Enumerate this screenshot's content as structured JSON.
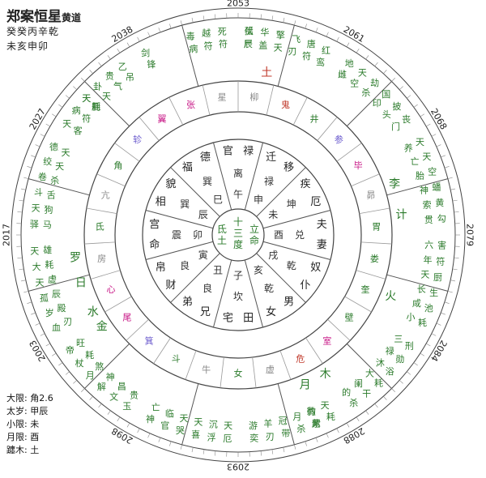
{
  "title": "郑案恒星",
  "title_suffix": "黄道",
  "pillars": [
    "癸癸丙辛乾",
    "未亥申卯"
  ],
  "info": [
    {
      "label": "大限:",
      "value": "角2.6"
    },
    {
      "label": "太岁:",
      "value": "甲辰"
    },
    {
      "label": "小限:",
      "value": "未"
    },
    {
      "label": "月限:",
      "value": "酉"
    },
    {
      "label": "躔木:",
      "value": "土"
    }
  ],
  "years": [
    "2053",
    "2061",
    "2068",
    "2079",
    "2084",
    "2088",
    "2093",
    "2098",
    "2003",
    "2017",
    "2027",
    "2038"
  ],
  "center": {
    "top": "十\n三\n度",
    "left": "氐\n土",
    "right": "立\n命"
  },
  "houses": [
    {
      "palace": "迁",
      "branch": "移",
      "label": "禄",
      "stem": "申"
    },
    {
      "palace": "疾",
      "branch": "厄",
      "label": "坤",
      "stem": "未"
    },
    {
      "palace": "夫",
      "branch": "妻",
      "label": "兑",
      "stem": "酉"
    },
    {
      "palace": "奴",
      "branch": "仆",
      "label": "乾",
      "stem": "戌"
    },
    {
      "palace": "男",
      "branch": "女",
      "label": "乾",
      "stem": "亥"
    },
    {
      "palace": "田",
      "branch": "宅",
      "label": "坎",
      "stem": "子"
    },
    {
      "palace": "兄",
      "branch": "弟",
      "label": "良",
      "stem": "丑"
    },
    {
      "palace": "财",
      "branch": "帛",
      "label": "良",
      "stem": "寅"
    },
    {
      "palace": "命",
      "branch": "宫",
      "label": "震",
      "stem": "卯"
    },
    {
      "palace": "相",
      "branch": "貌",
      "label": "巽",
      "stem": "辰"
    },
    {
      "palace": "福",
      "branch": "德",
      "label": "巽",
      "stem": "巳"
    },
    {
      "palace": "官",
      "branch": "禄",
      "label": "离",
      "stem": "午"
    }
  ],
  "mansions": [
    "柳",
    "鬼",
    "井",
    "参",
    "毕",
    "昴",
    "胃",
    "娄",
    "奎",
    "壁",
    "室",
    "危",
    "虚",
    "女",
    "牛",
    "斗",
    "箕",
    "尾",
    "心",
    "房",
    "氐",
    "亢",
    "角",
    "轸",
    "翼",
    "张",
    "星"
  ],
  "planets": [
    {
      "name": "木",
      "color": "#2a7a2a"
    },
    {
      "name": "月",
      "color": "#2a7a2a"
    },
    {
      "name": "土",
      "color": "#c0392b"
    },
    {
      "name": "李",
      "color": "#2a7a2a"
    },
    {
      "name": "计",
      "color": "#2a7a2a"
    },
    {
      "name": "日",
      "color": "#2a7a2a"
    },
    {
      "name": "罗",
      "color": "#2a7a2a"
    },
    {
      "name": "水",
      "color": "#2a7a2a"
    },
    {
      "name": "金",
      "color": "#2a7a2a"
    },
    {
      "name": "火",
      "color": "#2a7a2a"
    }
  ],
  "outer_stars": [
    "伏尸",
    "华盖",
    "擎天",
    "飞刃",
    "唐符",
    "红鸾",
    "孤辰",
    "天空",
    "劫杀",
    "国印",
    "披头",
    "丧门",
    "地雌",
    "天亡",
    "空胎",
    "蟠神",
    "黄索",
    "勾贯",
    "天养",
    "符年",
    "厨天",
    "生长",
    "池咸",
    "耗小",
    "害六",
    "勋禄",
    "浴沐",
    "耗大",
    "干阑",
    "杀的",
    "刑三",
    "尾豹",
    "杀月",
    "带冠",
    "刃羊",
    "奕游",
    "耗天",
    "紫微",
    "喜天",
    "哭天",
    "官临",
    "神亡",
    "厄天",
    "浮沉",
    "解神",
    "月煞",
    "杖耗",
    "帝旺",
    "玉贵",
    "文昌",
    "孤辰",
    "天虚",
    "大耗",
    "天雄",
    "血刃",
    "岁殿",
    "斗舌",
    "卷杀",
    "绞天",
    "德天",
    "驿马",
    "天狗",
    "天厨",
    "卦天",
    "贵气",
    "乙吊",
    "天客",
    "病符",
    "天耗",
    "毒病",
    "越符",
    "死符",
    "剑锋"
  ]
}
